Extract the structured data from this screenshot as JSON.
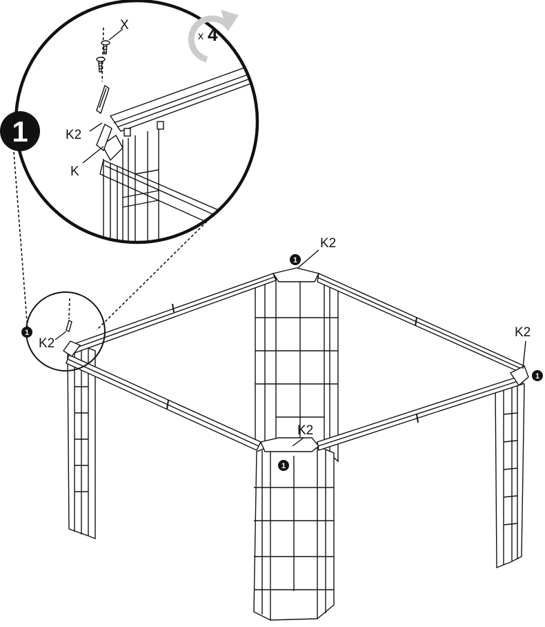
{
  "step": {
    "number": "1",
    "repeat_prefix": "x",
    "repeat_count": "4"
  },
  "parts": {
    "screw": "X",
    "bracket": "K2",
    "connector": "K"
  },
  "callouts": [
    {
      "number": "1",
      "label": "K2"
    },
    {
      "number": "1",
      "label": "K2"
    },
    {
      "number": "1",
      "label": "K2"
    },
    {
      "number": "1",
      "label": "K2"
    }
  ],
  "colors": {
    "ink": "#111111",
    "arrow_gray": "#cccccc",
    "paper": "#ffffff"
  }
}
